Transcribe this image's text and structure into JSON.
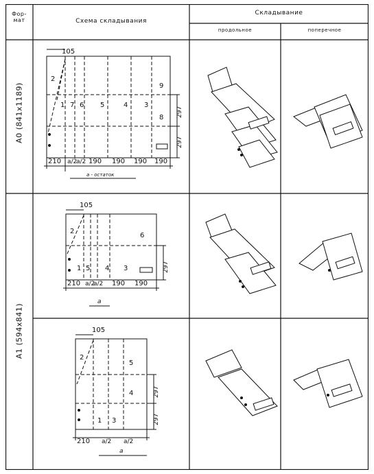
{
  "header": {
    "format_label": "Фор- мат",
    "scheme_label": "Схема складывания",
    "folding_label": "Складывание",
    "longitudinal_label": "продольное",
    "transverse_label": "поперечное"
  },
  "rows": [
    {
      "format": "A0 (841x1189)",
      "top_dim": "105",
      "bottom_dims": [
        "210",
        "a/2",
        "a/2",
        "190",
        "190",
        "190",
        "190"
      ],
      "side_dims": [
        "297",
        "297"
      ],
      "panel_numbers": [
        "2",
        "1",
        "7",
        "6",
        "5",
        "4",
        "3",
        "9",
        "8"
      ],
      "note": "a - остаток"
    },
    {
      "format": "A1 (594x841)",
      "top_dim": "105",
      "bottom_dims": [
        "210",
        "a/2",
        "a/2",
        "190",
        "190"
      ],
      "side_dims": [
        "297"
      ],
      "panel_numbers": [
        "2",
        "1",
        "5",
        "4",
        "3",
        "6"
      ],
      "note": "a"
    },
    {
      "format": "A1 (594x841)",
      "top_dim": "105",
      "bottom_dims": [
        "210",
        "a/2",
        "a/2"
      ],
      "side_dims": [
        "297",
        "297"
      ],
      "panel_numbers": [
        "2",
        "1",
        "5",
        "4",
        "3"
      ],
      "note": "a"
    }
  ]
}
